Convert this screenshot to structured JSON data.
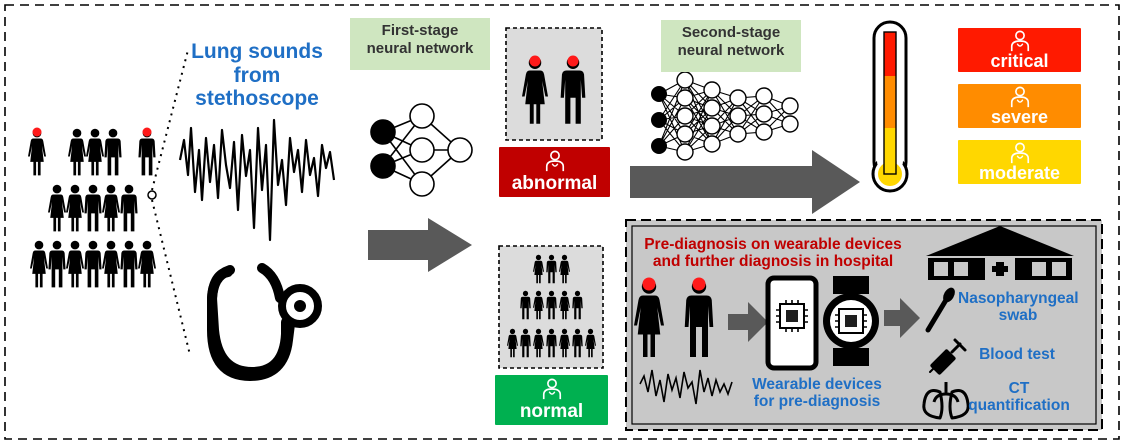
{
  "labels": {
    "lung_sounds": "Lung sounds\nfrom\nstethoscope",
    "first_stage": "First-stage\nneural network",
    "second_stage": "Second-stage\nneural network",
    "pre_diagnosis": "Pre-diagnosis on wearable devices\nand further diagnosis in hospital",
    "wearable": "Wearable devices\nfor pre-diagnosis",
    "swab": "Nasopharyngeal\nswab",
    "blood": "Blood test",
    "ct": "CT\nquantification"
  },
  "classes": {
    "abnormal": "abnormal",
    "normal": "normal",
    "critical": "critical",
    "severe": "severe",
    "moderate": "moderate"
  },
  "colors": {
    "abnormal": "#c00000",
    "normal": "#00b050",
    "critical": "#ff1a00",
    "severe": "#ff8c00",
    "moderate": "#ffd700",
    "label_blue": "#1f6fc5",
    "label_red": "#c00000",
    "stage_box": "#cfe6c0",
    "panel_gray": "#c8c8c8",
    "arrow_gray": "#595959"
  },
  "icons": [
    "person-icon",
    "stethoscope-icon",
    "neural-network-icon",
    "thermometer-icon",
    "hospital-icon",
    "smartphone-icon",
    "smartwatch-icon",
    "swab-icon",
    "syringe-icon",
    "lungs-icon",
    "patient-icon"
  ]
}
